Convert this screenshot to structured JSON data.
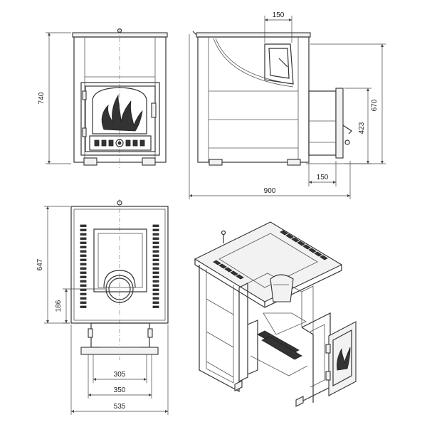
{
  "dimensions": {
    "front_height": "740",
    "side_top_width": "150",
    "side_height": "670",
    "door_height": "423",
    "side_bottom_width": "150",
    "overall_depth": "900",
    "plan_depth": "647",
    "chimney_offset": "186",
    "door_opening_width": "305",
    "door_frame_width": "350",
    "overall_width": "535"
  }
}
